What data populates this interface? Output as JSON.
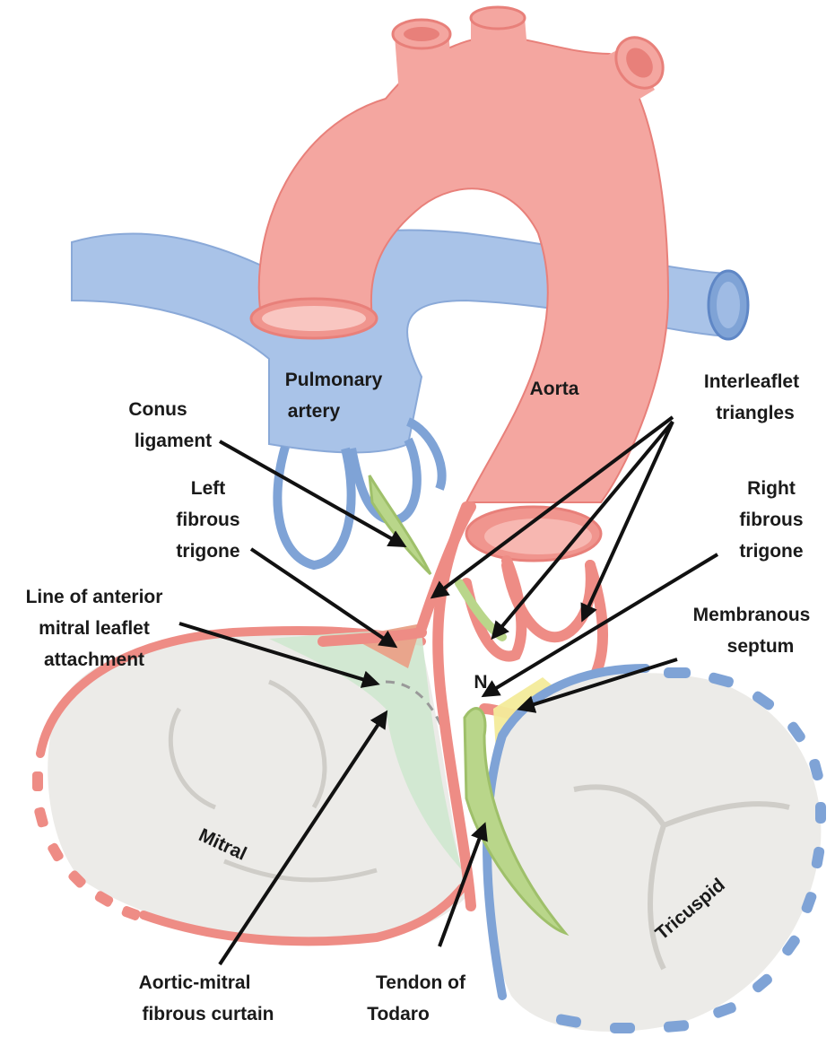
{
  "labels": {
    "pulmonary_artery": [
      "Pulmonary",
      "artery"
    ],
    "aorta": "Aorta",
    "conus_ligament": [
      "Conus",
      "ligament"
    ],
    "interleaflet_triangles": [
      "Interleaflet",
      "triangles"
    ],
    "left_fibrous_trigone": [
      "Left",
      "fibrous",
      "trigone"
    ],
    "right_fibrous_trigone": [
      "Right",
      "fibrous",
      "trigone"
    ],
    "line_of_anterior_mitral": [
      "Line of anterior",
      "mitral leaflet",
      "attachment"
    ],
    "membranous_septum": [
      "Membranous",
      "septum"
    ],
    "node": "N",
    "mitral": "Mitral",
    "tricuspid": "Tricuspid",
    "aortic_mitral_curtain": [
      "Aortic-mitral",
      "fibrous curtain"
    ],
    "tendon_of_todaro": [
      "Tendon of",
      "Todaro"
    ]
  },
  "colors": {
    "aorta": "#f4a6a0",
    "aorta_dark": "#e8807a",
    "pulmonary": "#a9c3e8",
    "pulmonary_dark": "#7fa3d6",
    "valve": "#ecebe8",
    "valve_shadow": "#cfcdc8",
    "green": "#b9d68a",
    "curtain": "#cfe8cf",
    "septum": "#f3eb9a",
    "trigone": "#e9a58c"
  }
}
